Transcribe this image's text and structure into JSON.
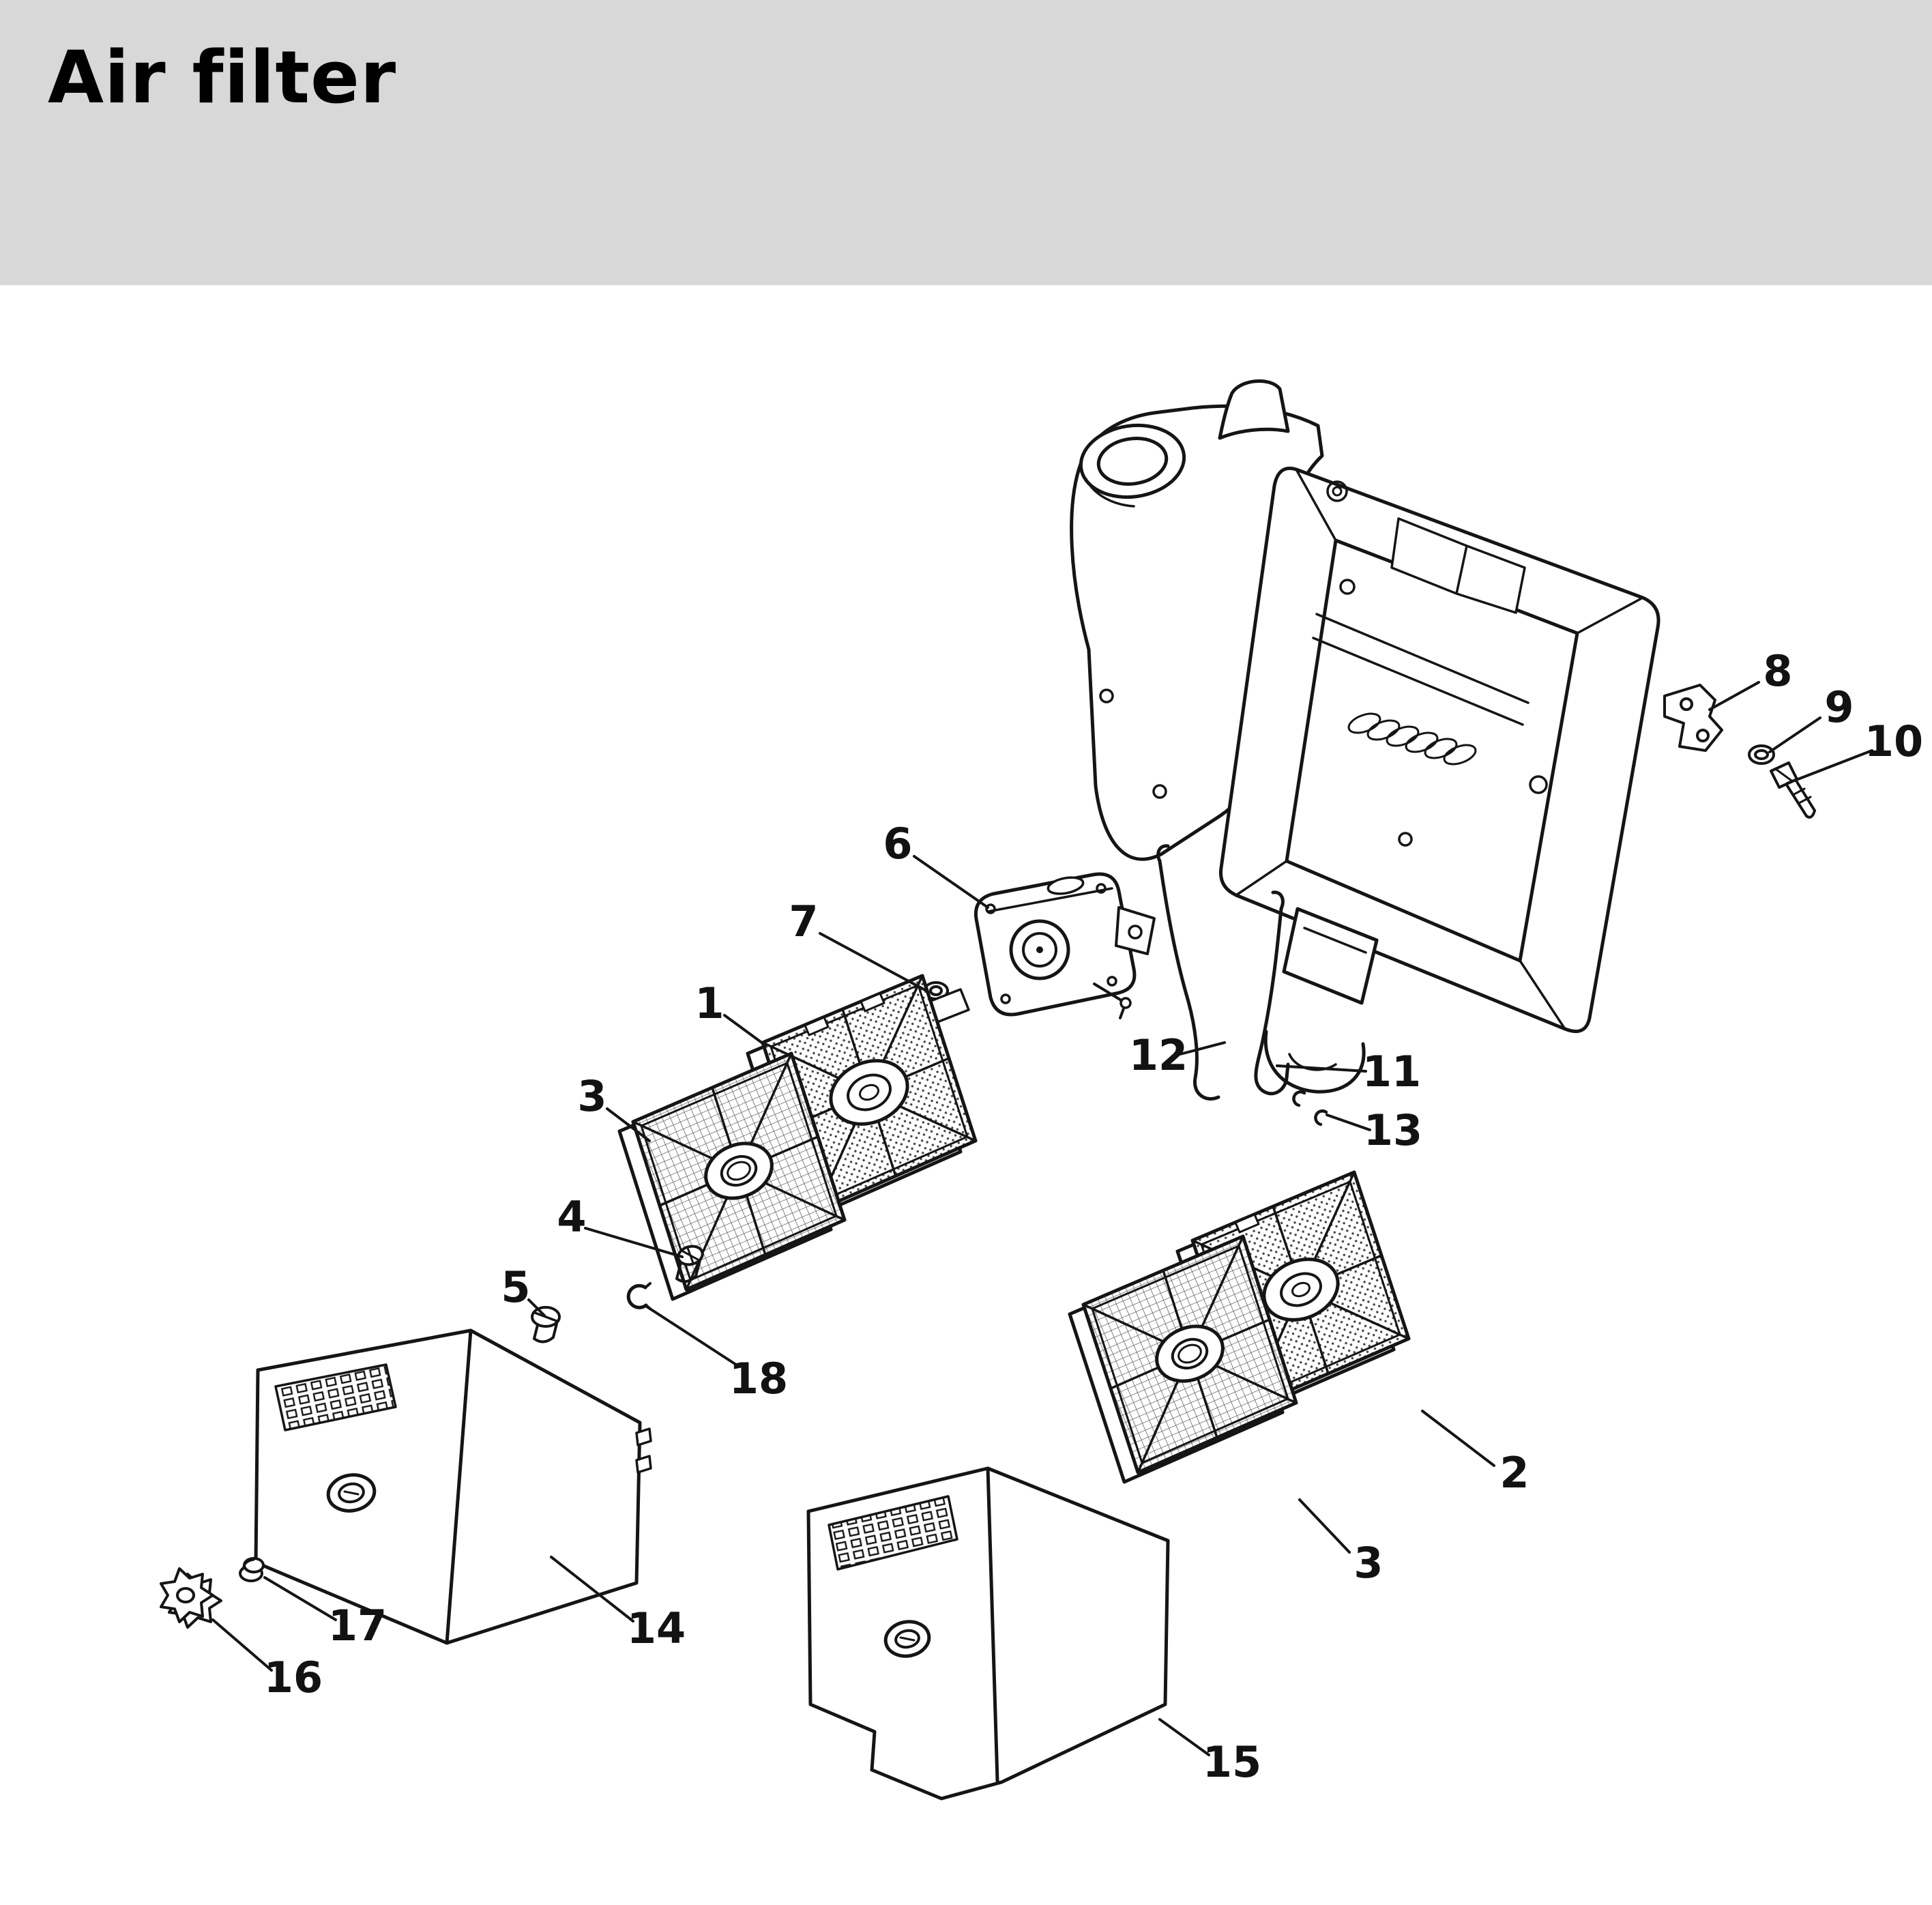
{
  "page": {
    "title": "Air filter"
  },
  "colors": {
    "header_band": "#d8d8d8",
    "ink": "#151515",
    "background": "#ffffff"
  },
  "diagram": {
    "type": "exploded-parts-diagram",
    "callouts": {
      "c1": "1",
      "c2": "2",
      "c3a": "3",
      "c3b": "3",
      "c4": "4",
      "c5": "5",
      "c6": "6",
      "c7": "7",
      "c8": "8",
      "c9": "9",
      "c10": "10",
      "c11": "11",
      "c12": "12",
      "c13": "13",
      "c14": "14",
      "c15": "15",
      "c16": "16",
      "c17": "17",
      "c18": "18"
    }
  }
}
